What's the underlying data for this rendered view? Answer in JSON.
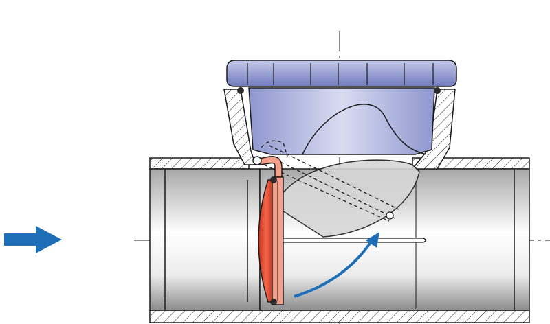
{
  "figure": {
    "kind": "technical cross-section illustration",
    "subject_icons": [
      "flow-direction-arrow",
      "pipe-body",
      "screw-cap",
      "swing-flap",
      "seal-rings",
      "flap-open-position",
      "swing-arc-arrow"
    ]
  },
  "colors": {
    "background": "#ffffff",
    "outline": "#1a1a1a",
    "flow_arrow": "#1f6fb8",
    "swing_arrow": "#1f6fb8",
    "cap_top": "#7b86c4",
    "cap_body": "#a9b0dc",
    "pipe_gradient_light": "#ffffff",
    "pipe_gradient_dark": "#9a9a9a",
    "flap_fill": "#e8573a",
    "flap_seal": "#f4a08a",
    "seal_ring": "#2b2b2b"
  }
}
